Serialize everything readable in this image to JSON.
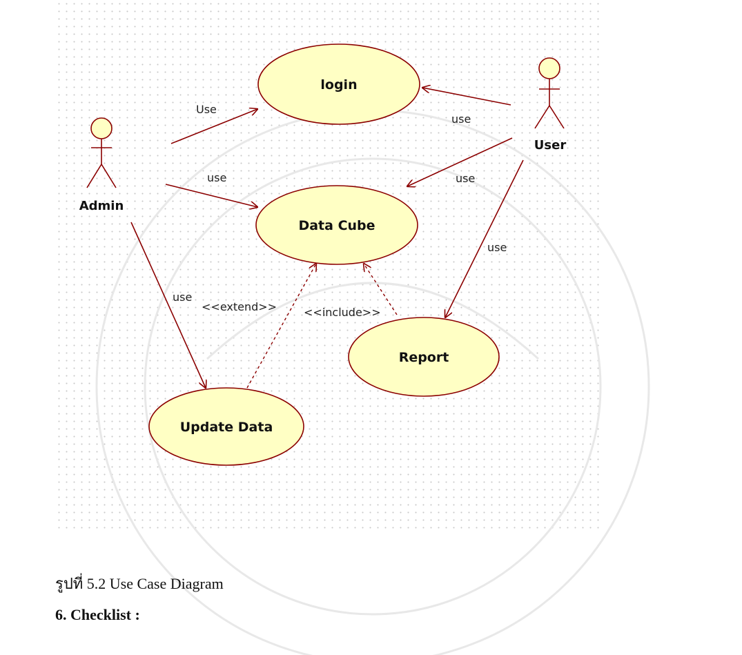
{
  "diagram": {
    "colors": {
      "usecase_fill": "#ffffc4",
      "outline": "#8b0000",
      "actor_fill": "#ffffc4",
      "watermark": "#e6e6e6"
    },
    "actors": [
      {
        "id": "admin",
        "label": "Admin"
      },
      {
        "id": "user",
        "label": "User"
      }
    ],
    "use_cases": [
      {
        "id": "login",
        "label": "login"
      },
      {
        "id": "data_cube",
        "label": "Data Cube"
      },
      {
        "id": "report",
        "label": "Report"
      },
      {
        "id": "update_data",
        "label": "Update Data"
      }
    ],
    "connections": [
      {
        "id": "admin-login",
        "label": "Use",
        "style": "solid"
      },
      {
        "id": "admin-datacube",
        "label": "use",
        "style": "solid"
      },
      {
        "id": "admin-update",
        "label": "use",
        "style": "solid"
      },
      {
        "id": "user-login",
        "label": "use",
        "style": "solid"
      },
      {
        "id": "user-datacube",
        "label": "use",
        "style": "solid"
      },
      {
        "id": "user-report",
        "label": "use",
        "style": "solid"
      },
      {
        "id": "update-datacube",
        "label": "<<extend>>",
        "style": "dashed"
      },
      {
        "id": "report-datacube",
        "label": "<<include>>",
        "style": "dashed"
      }
    ]
  },
  "caption": "รูปที่ 5.2 Use Case Diagram",
  "section_heading": "6.  Checklist :"
}
